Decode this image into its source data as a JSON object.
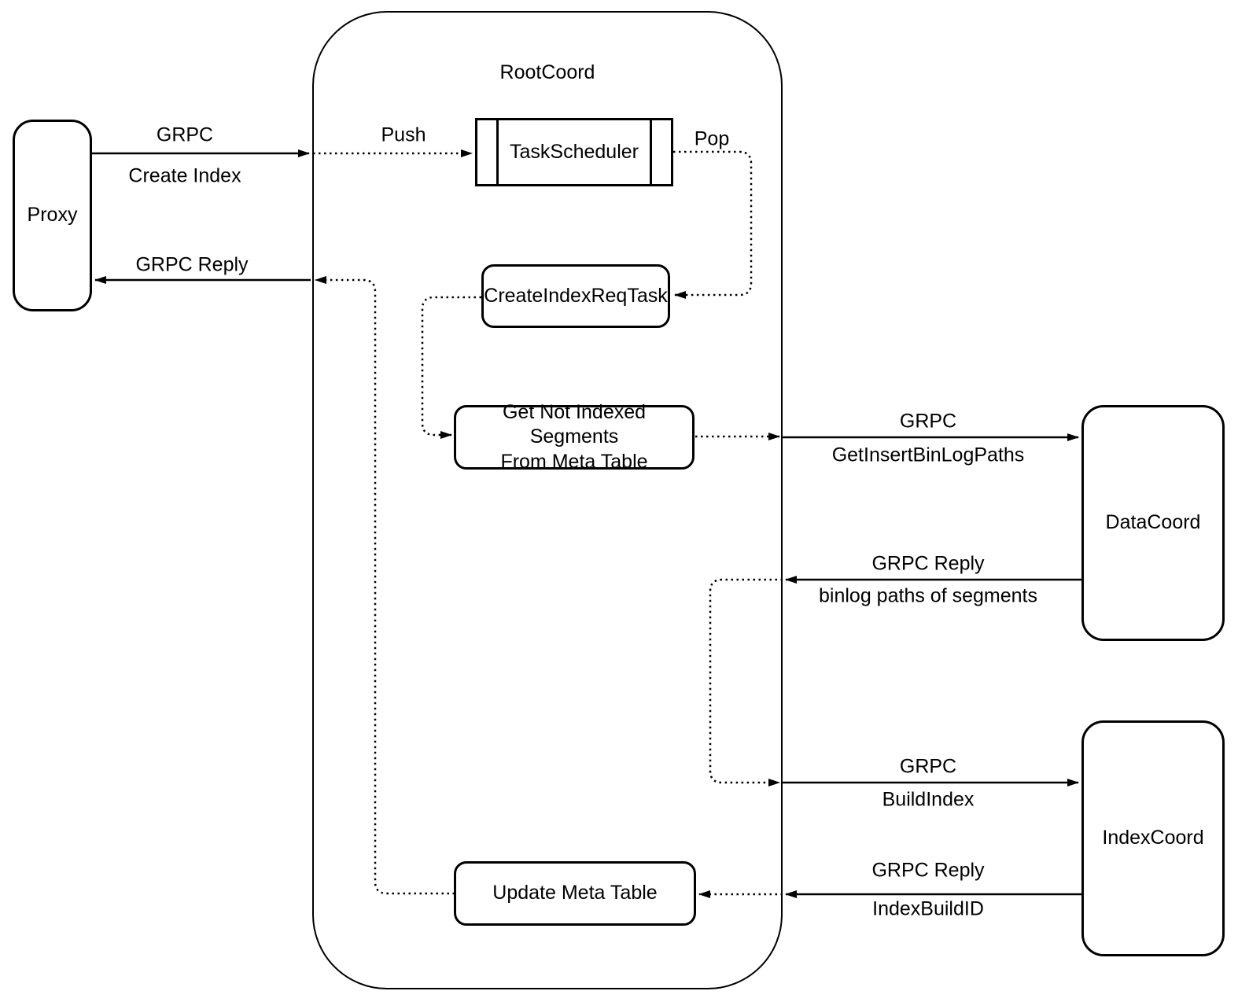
{
  "nodes": {
    "proxy": {
      "label": "Proxy"
    },
    "rootcoord": {
      "label": "RootCoord"
    },
    "task_scheduler": {
      "label": "TaskScheduler"
    },
    "create_index_req_task": {
      "label": "CreateIndexReqTask"
    },
    "get_not_indexed_segments": {
      "line1": "Get Not Indexed Segments",
      "line2": "From Meta Table"
    },
    "update_meta_table": {
      "label": "Update Meta Table"
    },
    "datacoord": {
      "label": "DataCoord"
    },
    "indexcoord": {
      "label": "IndexCoord"
    }
  },
  "edges": {
    "create_index": {
      "label1": "GRPC",
      "label2": "Create Index"
    },
    "grpc_reply_to_proxy": {
      "label": "GRPC Reply"
    },
    "push": {
      "label": "Push"
    },
    "pop": {
      "label": "Pop"
    },
    "get_insert_binlog_paths": {
      "label1": "GRPC",
      "label2": "GetInsertBinLogPaths"
    },
    "binlog_paths_reply": {
      "label1": "GRPC Reply",
      "label2": "binlog paths of segments"
    },
    "build_index": {
      "label1": "GRPC",
      "label2": "BuildIndex"
    },
    "index_build_id_reply": {
      "label1": "GRPC Reply",
      "label2": "IndexBuildID"
    }
  },
  "colors": {
    "stroke": "#000000",
    "background": "#ffffff"
  }
}
